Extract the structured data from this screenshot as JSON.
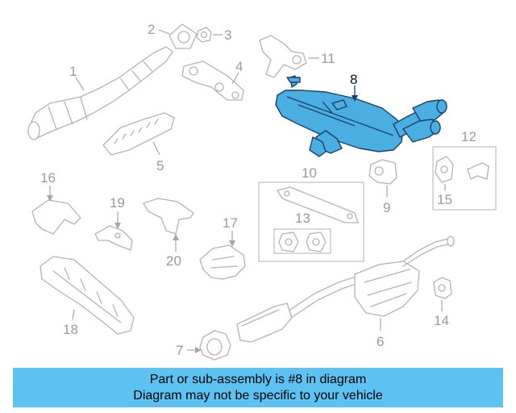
{
  "diagram": {
    "callouts": {
      "c1": "1",
      "c2": "2",
      "c3": "3",
      "c4": "4",
      "c5": "5",
      "c6": "6",
      "c7": "7",
      "c8": "8",
      "c9": "9",
      "c10": "10",
      "c11": "11",
      "c12": "12",
      "c13": "13",
      "c14": "14",
      "c15": "15",
      "c16": "16",
      "c17": "17",
      "c18": "18",
      "c19": "19",
      "c20": "20"
    },
    "highlighted_part": "8",
    "colors": {
      "highlight_fill": "#4aaee0",
      "highlight_outline": "#1c3f6e",
      "line_art": "#b3b3b3",
      "banner": "#5bc2f2"
    }
  },
  "banner": {
    "line1": "Part or sub-assembly is #8 in diagram",
    "line2": "Diagram may not be specific to your vehicle"
  }
}
